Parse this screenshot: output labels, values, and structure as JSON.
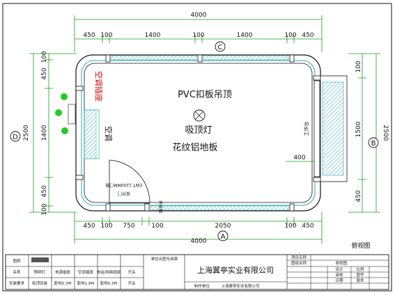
{
  "dimensions": {
    "top_total": "4000",
    "top_segments": [
      "450",
      "100",
      "1400",
      "100",
      "1400",
      "100",
      "450"
    ],
    "bottom_total": "4000",
    "bottom_segments": [
      "450",
      "100",
      "750",
      "100",
      "2050",
      "100",
      "450"
    ],
    "left_total": "2500",
    "left_segments": [
      "100",
      "450",
      "1400",
      "450",
      "100"
    ],
    "right_total": "2500",
    "right_segments": [
      "100",
      "1500",
      "450"
    ],
    "inner_400": "400"
  },
  "axis_markers": {
    "top": "C",
    "bottom": "A",
    "left": "D",
    "right": "B"
  },
  "room_labels": {
    "ceiling": "PVC扣板吊顶",
    "light": "吸顶灯",
    "floor": "花纹铝地板",
    "ac": "空调",
    "ac_socket": "空调插座",
    "workbench": "工作台",
    "door": "CWT 1200MM门扇",
    "door_note": "双开门",
    "switch_box": "开关箱"
  },
  "view_label": "俯视图",
  "title_block": {
    "legend_header": "图例",
    "legend_row1": [
      "名称",
      "照明灯",
      "电源插座",
      "空调插座",
      "电话/网络插座",
      "开关"
    ],
    "legend_row2": [
      "安装要求",
      "吸顶安装",
      "距地0.3M",
      "距地1.8M",
      "距地0.3M",
      "开关"
    ],
    "unit_note": "单位出图专用章",
    "company": "上海翼亭实业有限公司",
    "made_by": "制作单位",
    "made_by_value": "上海翼亭实业有限公司",
    "project_name": "项目名称",
    "drawing_name": "图纸名称",
    "drawing_value": "俯视图",
    "right_cells": [
      "设计",
      "审核",
      "日期",
      "比例",
      "图号",
      "版本"
    ]
  }
}
